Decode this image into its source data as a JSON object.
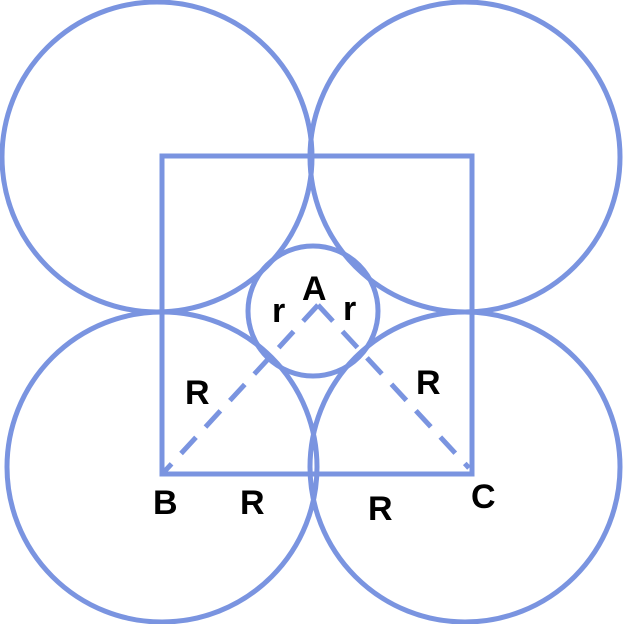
{
  "colors": {
    "stroke": "#7a94e0",
    "label": "#000000"
  },
  "labels": {
    "point_a": "A",
    "point_b": "B",
    "point_c": "C",
    "small_radius_left": "r",
    "small_radius_right": "r",
    "radius_ab": "R",
    "radius_ac": "R",
    "radius_b_bottom": "R",
    "radius_c_bottom": "R"
  }
}
